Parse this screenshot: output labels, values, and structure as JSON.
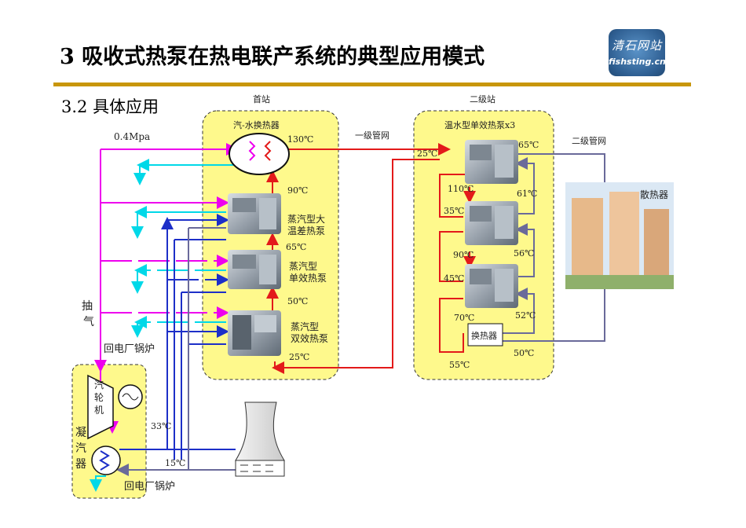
{
  "slide": {
    "title": "3  吸收式热泵在热电联产系统的典型应用模式",
    "subtitle": "3.2  具体应用",
    "logo": {
      "line1": "清石网站",
      "line2": "fishsting.cn"
    }
  },
  "primary_station": {
    "label": "首站",
    "exchanger_label": "汽-水换热器",
    "pumps": [
      "蒸汽型大温差热泵",
      "蒸汽型单效热泵",
      "蒸汽型双效热泵"
    ]
  },
  "secondary_station": {
    "label": "二级站",
    "pump_label": "温水型单效热泵x3",
    "hx_label": "换热器"
  },
  "network": {
    "primary_pipe": "一级管网",
    "secondary_pipe": "二级管网",
    "radiator": "散热器"
  },
  "power_plant": {
    "steam_pressure": "0.4Mpa",
    "extraction": "抽气",
    "return_boiler": "回电厂锅炉",
    "turbine": "汽轮机",
    "condenser": "凝汽器"
  },
  "temperatures": {
    "t130": "130℃",
    "t90": "90℃",
    "t65a": "65℃",
    "t50a": "50℃",
    "t25a": "25℃",
    "t25b": "25℃",
    "t65b": "65℃",
    "t110": "110℃",
    "t61": "61℃",
    "t35": "35℃",
    "t90b": "90℃",
    "t56": "56℃",
    "t45": "45℃",
    "t52": "52℃",
    "t70": "70℃",
    "t50b": "50℃",
    "t55": "55℃",
    "t33": "33℃",
    "t15": "15℃"
  },
  "colors": {
    "steam": "#ee00ee",
    "hot_water": "#e31a1a",
    "cooling_water": "#00e5ee",
    "condensate": "#1d2fc8",
    "return": "#6a6a9a",
    "station_fill": "#fef98c",
    "accent": "#c8960a"
  }
}
